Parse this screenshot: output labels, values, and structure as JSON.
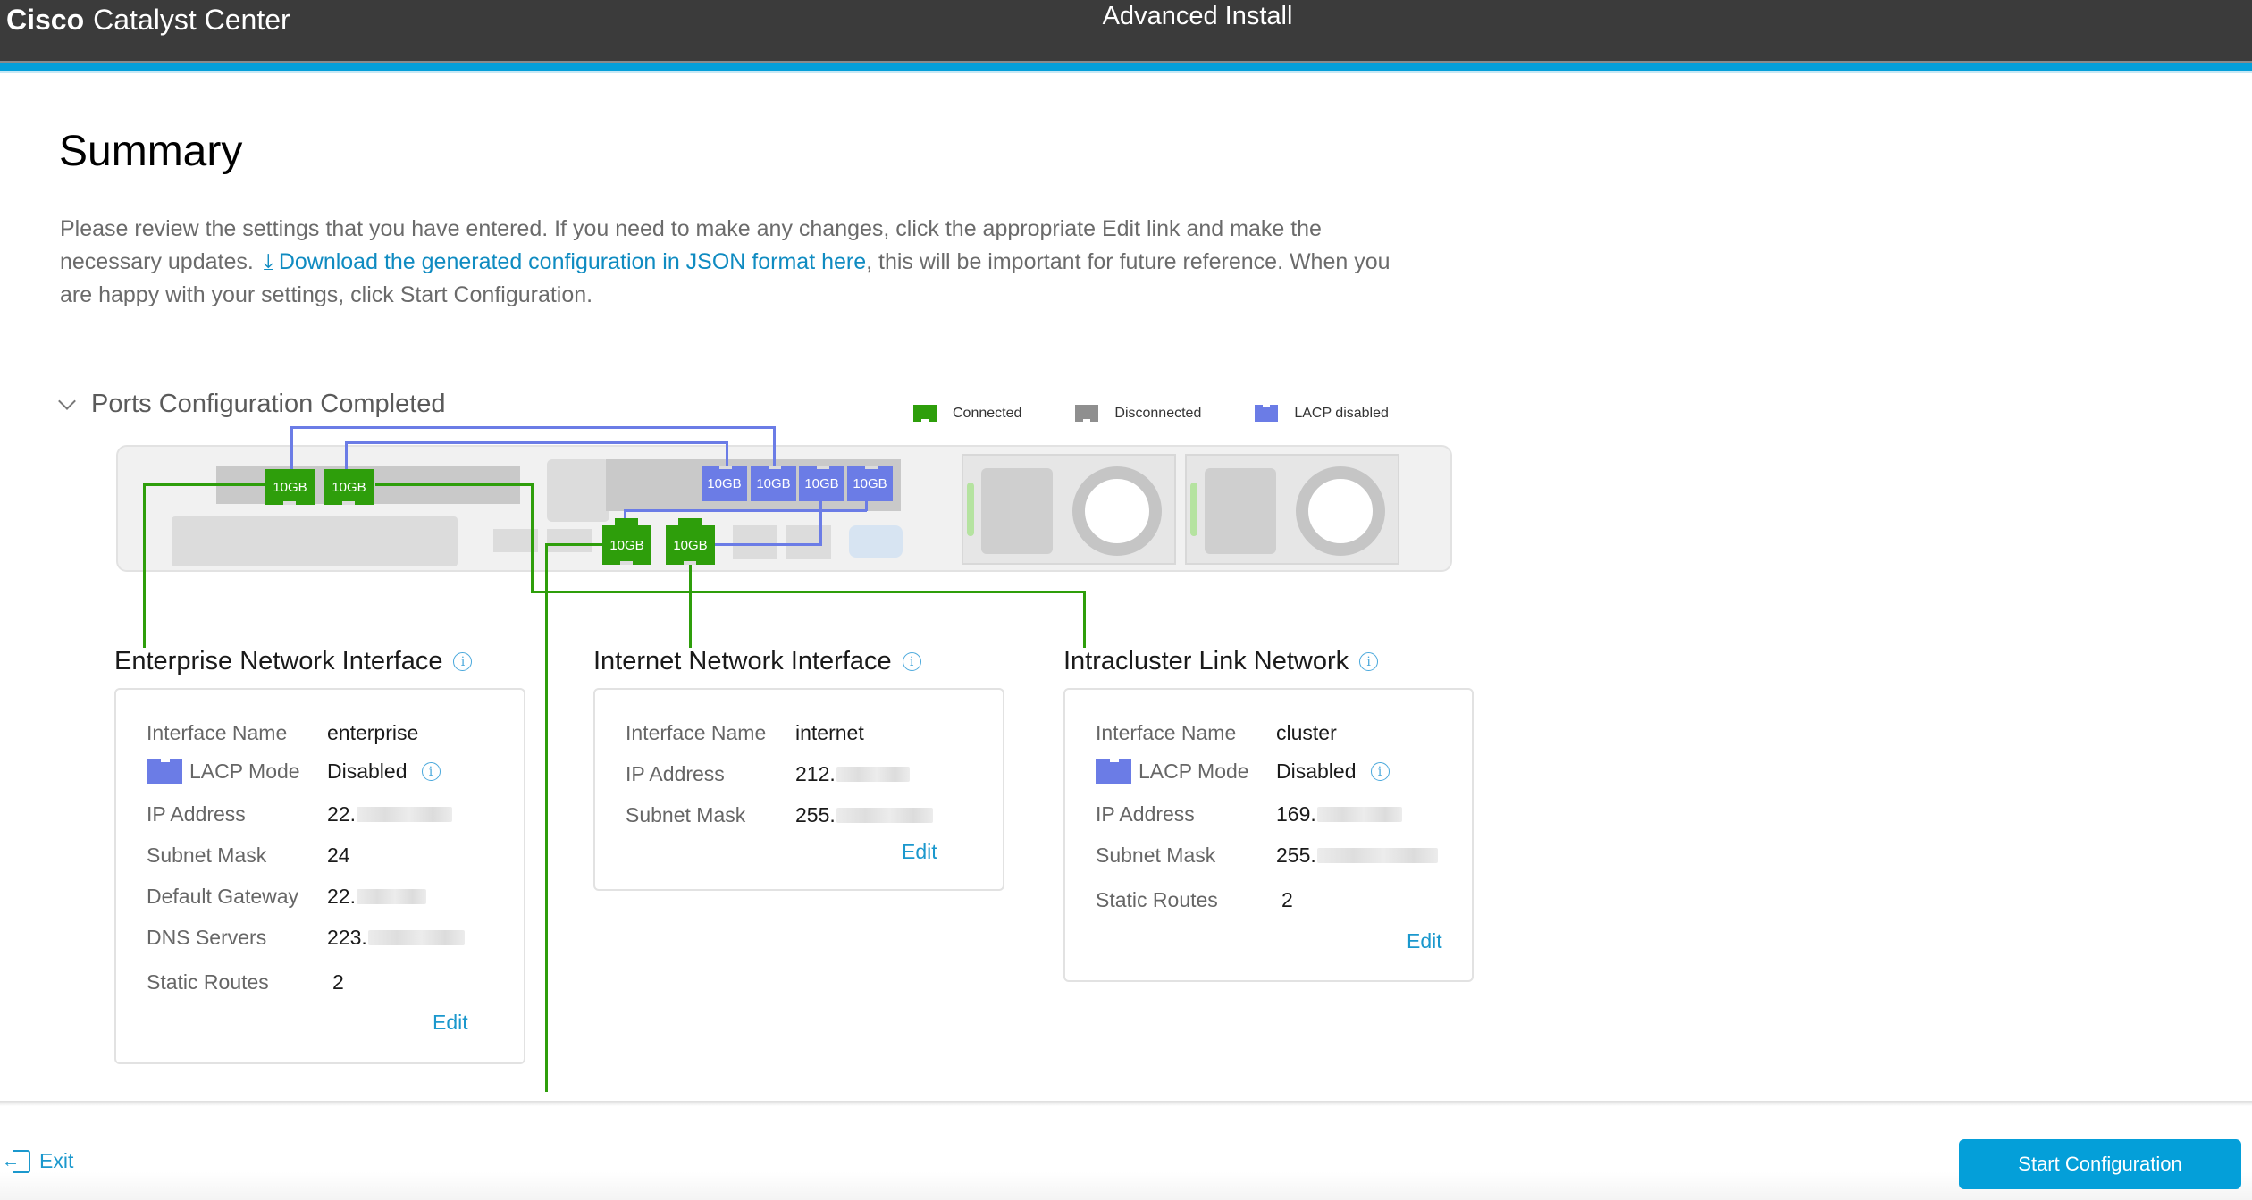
{
  "header": {
    "brand_bold": "Cisco",
    "brand_rest": "Catalyst Center",
    "title": "Advanced Install"
  },
  "page": {
    "title": "Summary",
    "intro_part1": "Please review the settings that you have entered. If you need to make any changes, click the appropriate Edit link and make the necessary updates.",
    "download_icon": "download-icon",
    "download_link": "Download the generated configuration in JSON format here",
    "intro_part2": ", this will be important for future reference. When you are happy with your settings, click Start Configuration."
  },
  "ports_section": {
    "heading": "Ports Configuration Completed",
    "legend": [
      {
        "label": "Connected",
        "color": "#2e9e0b"
      },
      {
        "label": "Disconnected",
        "color": "#8f8f8f"
      },
      {
        "label": "LACP disabled",
        "color": "#6b7ce6"
      }
    ],
    "ports": {
      "riser_green_1": "10GB",
      "riser_green_2": "10GB",
      "riser_blue_1": "10GB",
      "riser_blue_2": "10GB",
      "riser_blue_3": "10GB",
      "riser_blue_4": "10GB",
      "onboard_green_1": "10GB",
      "onboard_green_2": "10GB"
    }
  },
  "interfaces": [
    {
      "title": "Enterprise Network Interface",
      "rows": [
        {
          "label": "Interface Name",
          "value": "enterprise"
        },
        {
          "label": "LACP Mode",
          "value": "Disabled"
        },
        {
          "label": "IP Address",
          "value": "22."
        },
        {
          "label": "Subnet Mask",
          "value": "24"
        },
        {
          "label": "Default Gateway",
          "value": "22."
        },
        {
          "label": "DNS Servers",
          "value": "223."
        },
        {
          "label": "Static Routes",
          "value": "2"
        }
      ],
      "edit_label": "Edit"
    },
    {
      "title": "Internet Network Interface",
      "rows": [
        {
          "label": "Interface Name",
          "value": "internet"
        },
        {
          "label": "IP Address",
          "value": "212."
        },
        {
          "label": "Subnet Mask",
          "value": "255."
        }
      ],
      "edit_label": "Edit"
    },
    {
      "title": "Intracluster Link Network",
      "rows": [
        {
          "label": "Interface Name",
          "value": "cluster"
        },
        {
          "label": "LACP Mode",
          "value": "Disabled"
        },
        {
          "label": "IP Address",
          "value": "169."
        },
        {
          "label": "Subnet Mask",
          "value": "255."
        },
        {
          "label": "Static Routes",
          "value": "2"
        }
      ],
      "edit_label": "Edit"
    }
  ],
  "footer": {
    "exit_label": "Exit",
    "start_label": "Start Configuration"
  },
  "colors": {
    "header_bg": "#3b3b3b",
    "accent": "#049fd9",
    "link": "#1b98cd",
    "connected": "#2e9e0b",
    "lacp_disabled": "#6b7ce6"
  }
}
